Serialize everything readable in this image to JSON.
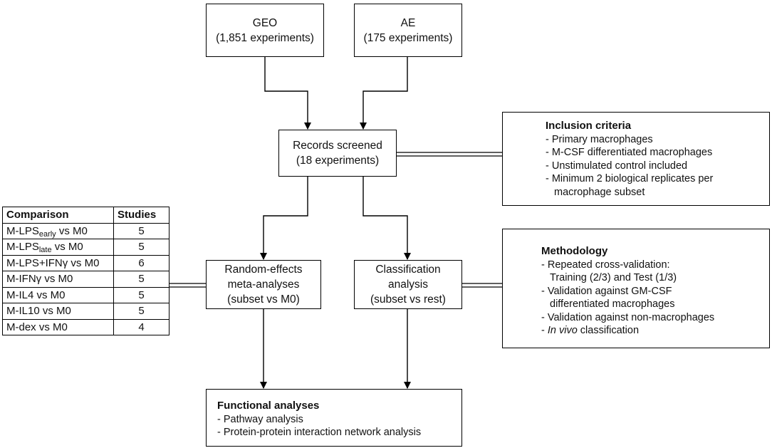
{
  "boxes": {
    "geo": {
      "line1": "GEO",
      "line2": "(1,851 experiments)"
    },
    "ae": {
      "line1": "AE",
      "line2": "(175 experiments)"
    },
    "screened": {
      "line1": "Records screened",
      "line2": "(18 experiments)"
    },
    "meta": {
      "line1": "Random-effects",
      "line2": "meta-analyses",
      "line3": "(subset vs M0)"
    },
    "classification": {
      "line1": "Classification",
      "line2": "analysis",
      "line3": "(subset vs rest)"
    },
    "functional": {
      "title": "Functional analyses",
      "items": [
        "- Pathway analysis",
        "- Protein-protein interaction network analysis"
      ]
    }
  },
  "inclusion": {
    "title": "Inclusion criteria",
    "items": [
      "- Primary macrophages",
      "- M-CSF differentiated macrophages",
      "- Unstimulated control included",
      "- Minimum 2 biological replicates per",
      "macrophage subset"
    ]
  },
  "methodology": {
    "title": "Methodology",
    "items": [
      "- Repeated cross-validation:",
      "Training (2/3) and Test (1/3)",
      "- Validation against GM-CSF",
      "differentiated macrophages",
      "- Validation against non-macrophages",
      "- ",
      "In vivo",
      " classification"
    ]
  },
  "table": {
    "headers": [
      "Comparison",
      "Studies"
    ],
    "rows": [
      {
        "pre": "M-LPS",
        "sub": "early",
        "post": " vs M0",
        "studies": "5"
      },
      {
        "pre": "M-LPS",
        "sub": "late",
        "post": " vs M0",
        "studies": "5"
      },
      {
        "pre": "M-LPS+IFNγ vs M0",
        "sub": "",
        "post": "",
        "studies": "6"
      },
      {
        "pre": "M-IFNγ vs M0",
        "sub": "",
        "post": "",
        "studies": "5"
      },
      {
        "pre": "M-IL4 vs M0",
        "sub": "",
        "post": "",
        "studies": "5"
      },
      {
        "pre": "M-IL10 vs M0",
        "sub": "",
        "post": "",
        "studies": "5"
      },
      {
        "pre": "M-dex vs M0",
        "sub": "",
        "post": "",
        "studies": "4"
      }
    ]
  }
}
